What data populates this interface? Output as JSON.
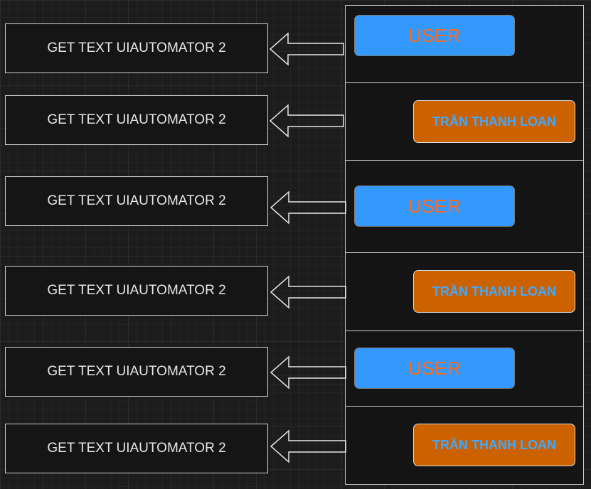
{
  "rows": [
    {
      "label": "GET TEXT UIAUTOMATOR 2",
      "button": "USER",
      "kind": "user"
    },
    {
      "label": "GET TEXT UIAUTOMATOR 2",
      "button": "TRẦN THANH LOAN",
      "kind": "name"
    },
    {
      "label": "GET TEXT UIAUTOMATOR 2",
      "button": "USER",
      "kind": "user"
    },
    {
      "label": "GET TEXT UIAUTOMATOR 2",
      "button": "TRẦN THANH LOAN",
      "kind": "name"
    },
    {
      "label": "GET TEXT UIAUTOMATOR 2",
      "button": "USER",
      "kind": "user"
    },
    {
      "label": "GET TEXT UIAUTOMATOR 2",
      "button": "TRẦN THANH LOAN",
      "kind": "name"
    }
  ],
  "colors": {
    "user_fill": "#3399ff",
    "user_text": "#ff6a1a",
    "name_fill": "#cc6100",
    "name_text": "#41a8ff",
    "stroke": "#d0d0d0"
  }
}
